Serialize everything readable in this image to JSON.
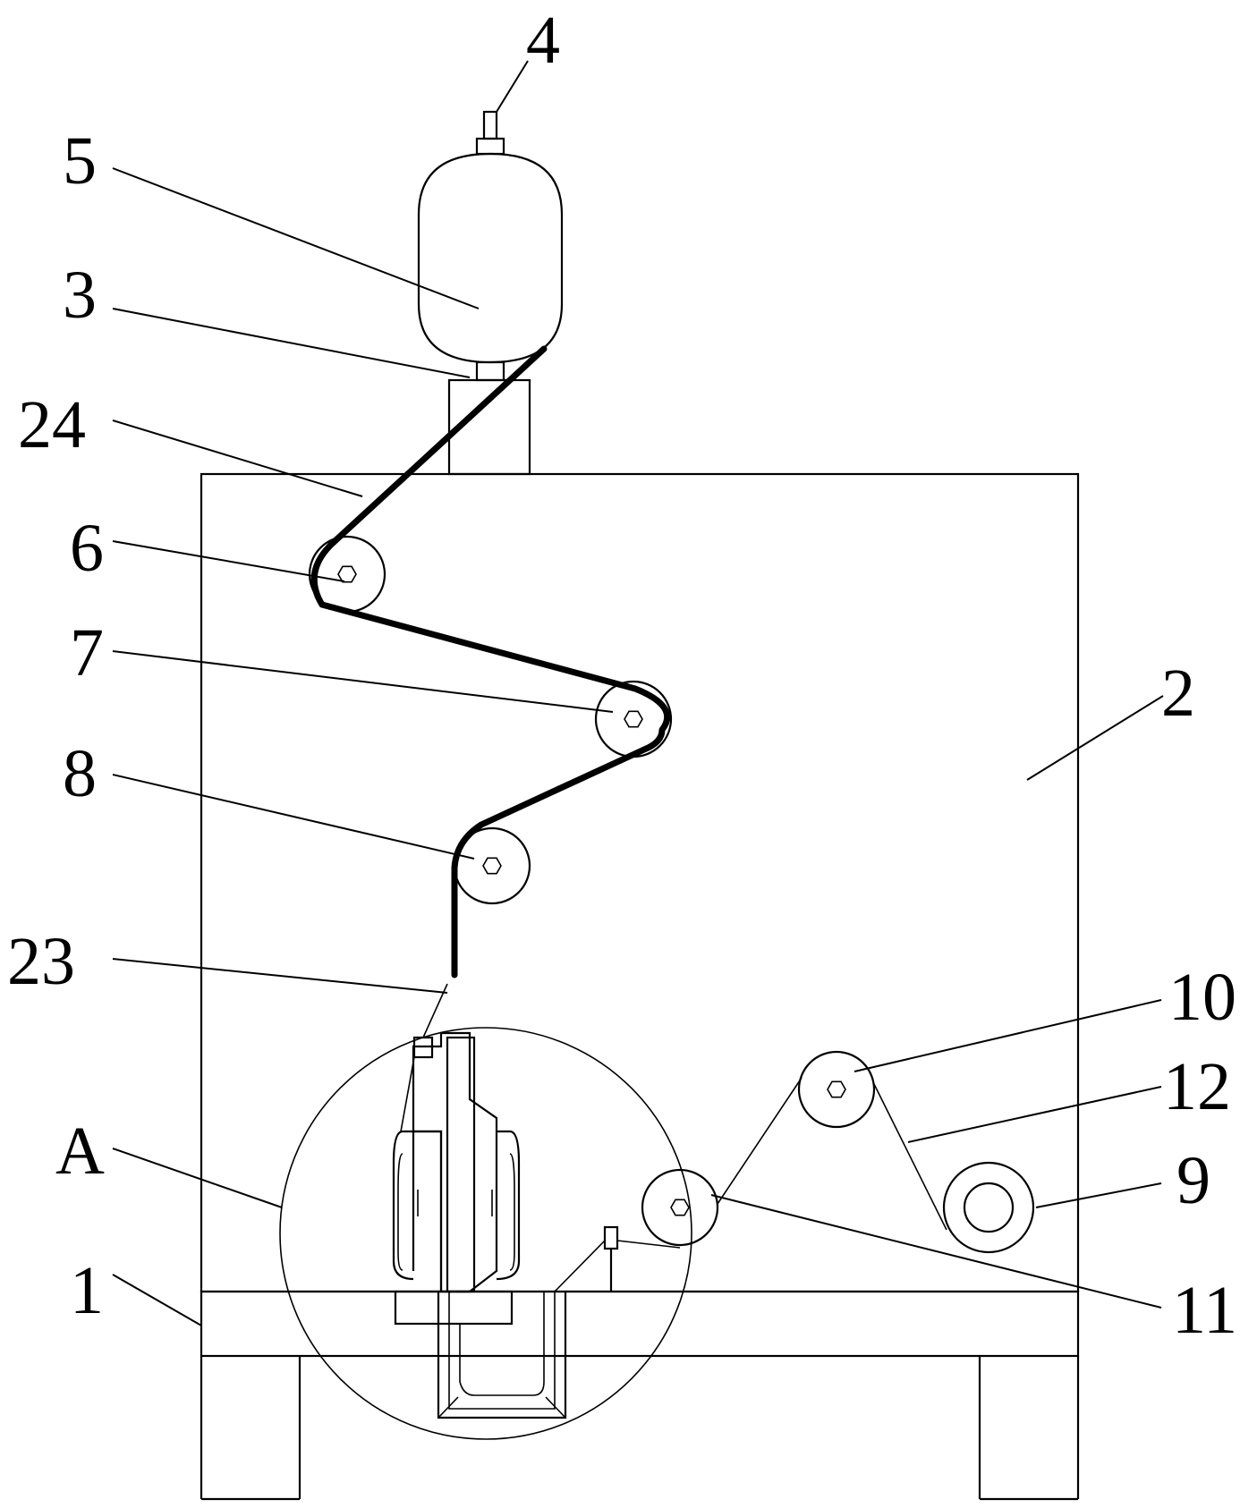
{
  "labels": {
    "l1": "1",
    "l2": "2",
    "l3": "3",
    "l4": "4",
    "l5": "5",
    "l6": "6",
    "l7": "7",
    "l8": "8",
    "l9": "9",
    "l10": "10",
    "l11": "11",
    "l12": "12",
    "l23": "23",
    "l24": "24",
    "lA": "A"
  },
  "colors": {
    "line": "#000000",
    "background": "#ffffff"
  }
}
